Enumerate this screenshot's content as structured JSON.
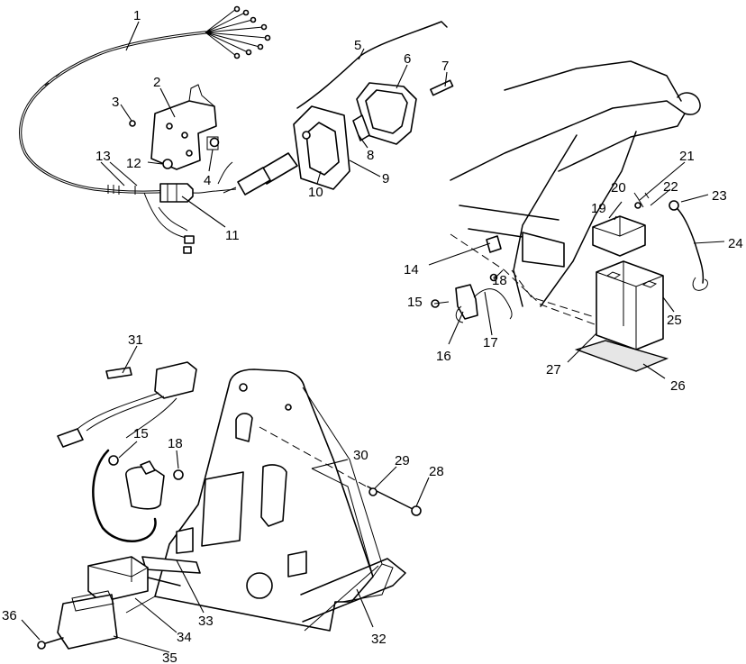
{
  "callouts": [
    {
      "id": "c1",
      "label": "1"
    },
    {
      "id": "c2",
      "label": "2"
    },
    {
      "id": "c3",
      "label": "3"
    },
    {
      "id": "c4",
      "label": "4"
    },
    {
      "id": "c5",
      "label": "5"
    },
    {
      "id": "c6",
      "label": "6"
    },
    {
      "id": "c7",
      "label": "7"
    },
    {
      "id": "c8",
      "label": "8"
    },
    {
      "id": "c9",
      "label": "9"
    },
    {
      "id": "c10",
      "label": "10"
    },
    {
      "id": "c11",
      "label": "11"
    },
    {
      "id": "c12",
      "label": "12"
    },
    {
      "id": "c13",
      "label": "13"
    },
    {
      "id": "c14",
      "label": "14"
    },
    {
      "id": "c15a",
      "label": "15"
    },
    {
      "id": "c16",
      "label": "16"
    },
    {
      "id": "c17",
      "label": "17"
    },
    {
      "id": "c18a",
      "label": "18"
    },
    {
      "id": "c19",
      "label": "19"
    },
    {
      "id": "c20",
      "label": "20"
    },
    {
      "id": "c21",
      "label": "21"
    },
    {
      "id": "c22",
      "label": "22"
    },
    {
      "id": "c23",
      "label": "23"
    },
    {
      "id": "c24",
      "label": "24"
    },
    {
      "id": "c25",
      "label": "25"
    },
    {
      "id": "c26",
      "label": "26"
    },
    {
      "id": "c27",
      "label": "27"
    },
    {
      "id": "c28",
      "label": "28"
    },
    {
      "id": "c29",
      "label": "29"
    },
    {
      "id": "c30",
      "label": "30"
    },
    {
      "id": "c31",
      "label": "31"
    },
    {
      "id": "c15b",
      "label": "15"
    },
    {
      "id": "c18b",
      "label": "18"
    },
    {
      "id": "c32",
      "label": "32"
    },
    {
      "id": "c33",
      "label": "33"
    },
    {
      "id": "c34",
      "label": "34"
    },
    {
      "id": "c35",
      "label": "35"
    },
    {
      "id": "c36",
      "label": "36"
    }
  ]
}
